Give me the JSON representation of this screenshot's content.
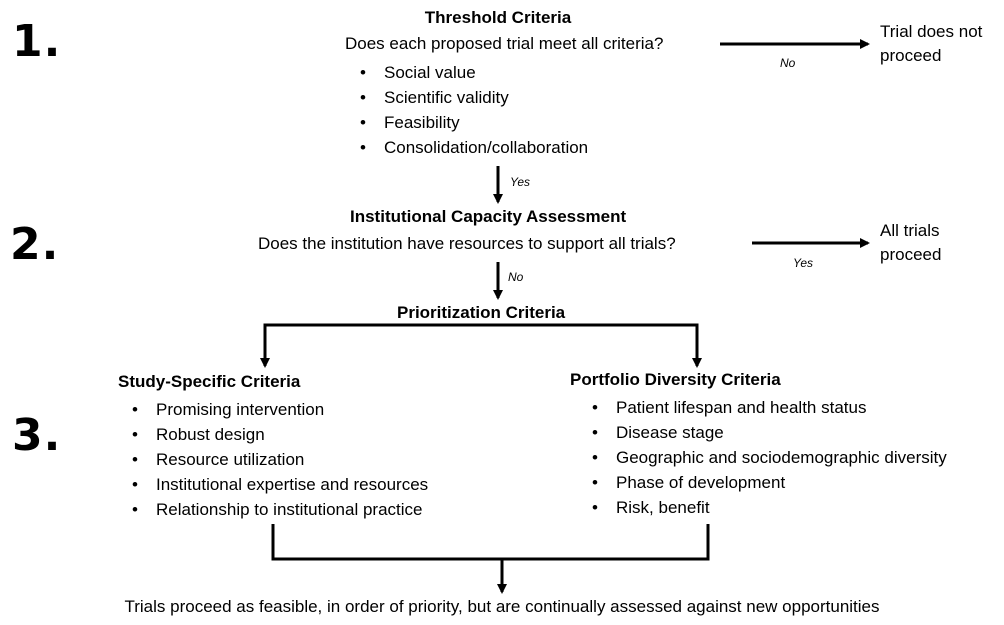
{
  "steps": {
    "one": {
      "number": "1.",
      "title": "Threshold Criteria",
      "question": "Does each proposed trial meet all criteria?",
      "criteria": [
        "Social value",
        "Scientific validity",
        "Feasibility",
        "Consolidation/collaboration"
      ],
      "no_label": "No",
      "no_outcome": [
        "Trial does not",
        "proceed"
      ],
      "yes_label": "Yes"
    },
    "two": {
      "number": "2.",
      "title": "Institutional Capacity Assessment",
      "question": "Does the institution have resources to support all trials?",
      "yes_label": "Yes",
      "yes_outcome": [
        "All trials",
        "proceed"
      ],
      "no_label": "No"
    },
    "three": {
      "number": "3.",
      "title": "Prioritization Criteria",
      "study_specific": {
        "title": "Study-Specific Criteria",
        "items": [
          "Promising intervention",
          "Robust design",
          "Resource utilization",
          "Institutional expertise and resources",
          "Relationship to institutional practice"
        ]
      },
      "portfolio": {
        "title": "Portfolio Diversity Criteria",
        "items": [
          "Patient lifespan and health status",
          "Disease stage",
          "Geographic and sociodemographic diversity",
          "Phase of development",
          "Risk, benefit"
        ]
      }
    }
  },
  "final_outcome": "Trials proceed as feasible, in order of priority, but are continually assessed against new opportunities"
}
